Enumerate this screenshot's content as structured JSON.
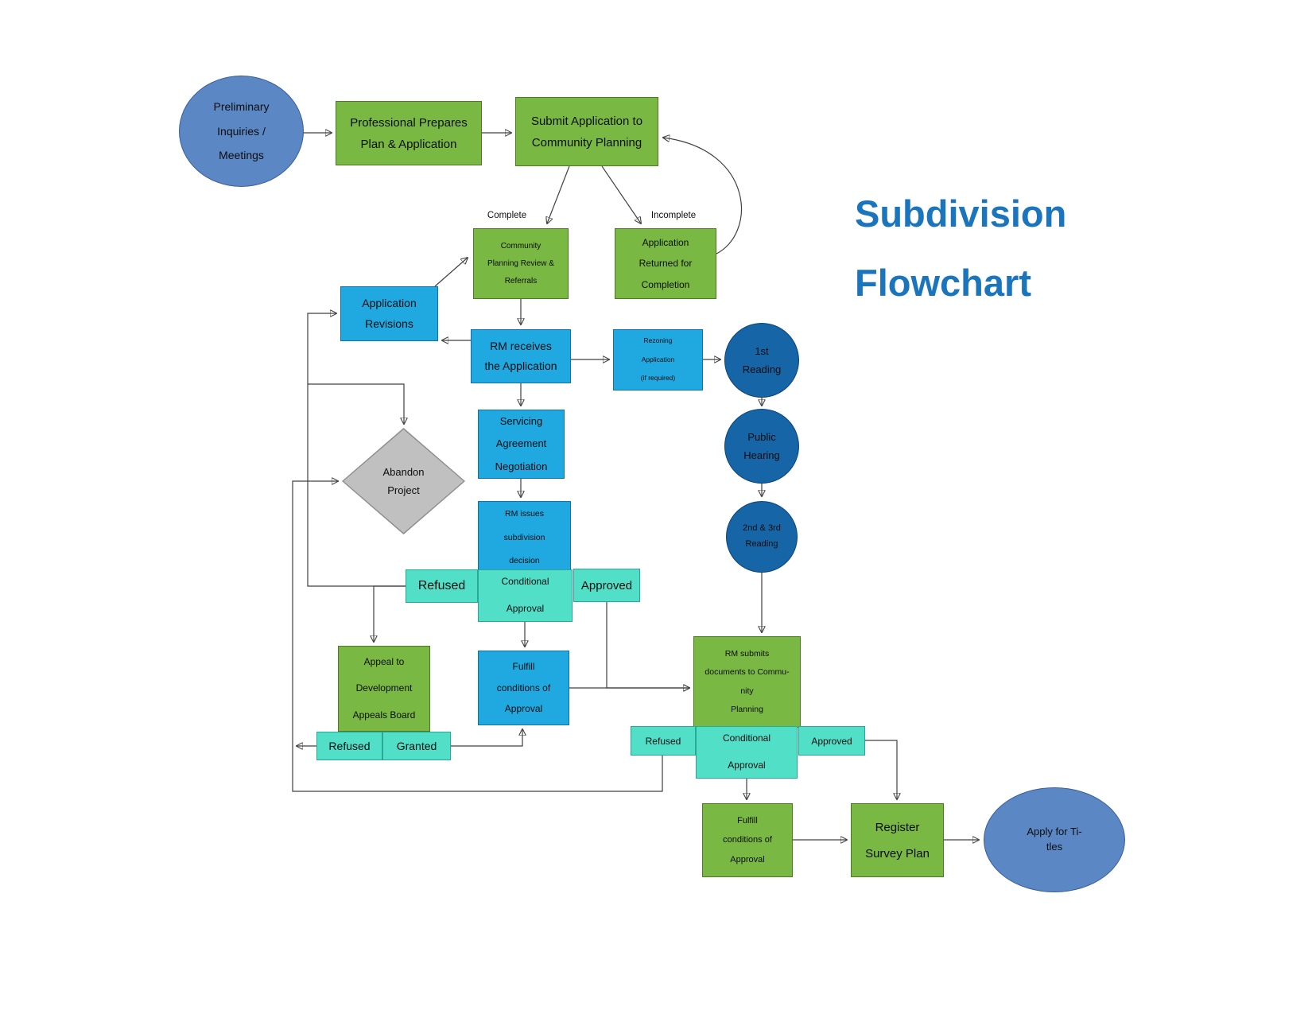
{
  "title": "Subdivision\nFlowchart",
  "colors": {
    "green": "#79B843",
    "green-border": "#4E7A26",
    "blue": "#20A8E0",
    "blue-border": "#1172A5",
    "darkblue": "#1565A7",
    "darkblue-border": "#0D4578",
    "teal": "#52DFC8",
    "teal-border": "#28A995",
    "gray": "#C0C0C0",
    "gray-border": "#8C8C8C",
    "ellipse": "#5B87C5",
    "ellipse-border": "#3A5F96",
    "title-blue": "#1B75BC",
    "line": "#404040"
  },
  "labels": {
    "complete": "Complete",
    "incomplete": "Incomplete"
  },
  "nodes": {
    "prelim": {
      "label": "Preliminary\nInquiries /\nMeetings"
    },
    "prof": {
      "label": "Professional Prepares\nPlan & Application"
    },
    "submit": {
      "label": "Submit Application to\nCommunity Planning"
    },
    "cpreview": {
      "label": "Community\nPlanning Review &\nReferrals"
    },
    "returned": {
      "label": "Application\nReturned for\nCompletion"
    },
    "revisions": {
      "label": "Application\nRevisions"
    },
    "rmreceives": {
      "label": "RM receives\nthe Application"
    },
    "rezoning": {
      "label": "Rezoning\nApplication\n(if required)"
    },
    "r1": {
      "label": "1st\nReading"
    },
    "hearing": {
      "label": "Public\nHearing"
    },
    "r23": {
      "label": "2nd & 3rd\nReading"
    },
    "servicing": {
      "label": "Servicing\nAgreement\nNegotiation"
    },
    "abandon": {
      "label": "Abandon\nProject"
    },
    "decision": {
      "label": "RM issues\nsubdivision\ndecision"
    },
    "refused1": {
      "label": "Refused"
    },
    "condappr1": {
      "label": "Conditional\nApproval"
    },
    "approved1": {
      "label": "Approved"
    },
    "appeal": {
      "label": "Appeal to\nDevelopment\nAppeals Board"
    },
    "fulfill1": {
      "label": "Fulfill\nconditions of\nApproval"
    },
    "refused2": {
      "label": "Refused"
    },
    "granted": {
      "label": "Granted"
    },
    "rmsubmits": {
      "label": "RM submits\ndocuments to Commu-\nnity\nPlanning"
    },
    "refused3": {
      "label": "Refused"
    },
    "condappr2": {
      "label": "Conditional\nApproval"
    },
    "approved2": {
      "label": "Approved"
    },
    "fulfill2": {
      "label": "Fulfill\nconditions of\nApproval"
    },
    "register": {
      "label": "Register\nSurvey Plan"
    },
    "titles": {
      "label": "Apply for Ti-\ntles"
    }
  },
  "edges": [
    {
      "from": "prelim",
      "to": "prof"
    },
    {
      "from": "prof",
      "to": "submit"
    },
    {
      "from": "submit",
      "to": "cpreview",
      "label": "Complete"
    },
    {
      "from": "submit",
      "to": "returned",
      "label": "Incomplete"
    },
    {
      "from": "returned",
      "to": "submit"
    },
    {
      "from": "cpreview",
      "to": "rmreceives"
    },
    {
      "from": "revisions",
      "to": "cpreview"
    },
    {
      "from": "rmreceives",
      "to": "revisions"
    },
    {
      "from": "rmreceives",
      "to": "rezoning"
    },
    {
      "from": "rezoning",
      "to": "r1"
    },
    {
      "from": "r1",
      "to": "hearing"
    },
    {
      "from": "hearing",
      "to": "r23"
    },
    {
      "from": "r23",
      "to": "rmsubmits"
    },
    {
      "from": "rmreceives",
      "to": "servicing"
    },
    {
      "from": "servicing",
      "to": "decision"
    },
    {
      "from": "refused1",
      "to": "appeal"
    },
    {
      "from": "refused1",
      "to": "revisions"
    },
    {
      "from": "refused1",
      "to": "abandon"
    },
    {
      "from": "condappr1",
      "to": "fulfill1"
    },
    {
      "from": "approved1",
      "to": "rmsubmits"
    },
    {
      "from": "fulfill1",
      "to": "rmsubmits"
    },
    {
      "from": "granted",
      "to": "fulfill1"
    },
    {
      "from": "refused2",
      "to": "abandon"
    },
    {
      "from": "refused3",
      "to": "abandon"
    },
    {
      "from": "condappr2",
      "to": "fulfill2"
    },
    {
      "from": "approved2",
      "to": "register"
    },
    {
      "from": "fulfill2",
      "to": "register"
    },
    {
      "from": "register",
      "to": "titles"
    }
  ]
}
